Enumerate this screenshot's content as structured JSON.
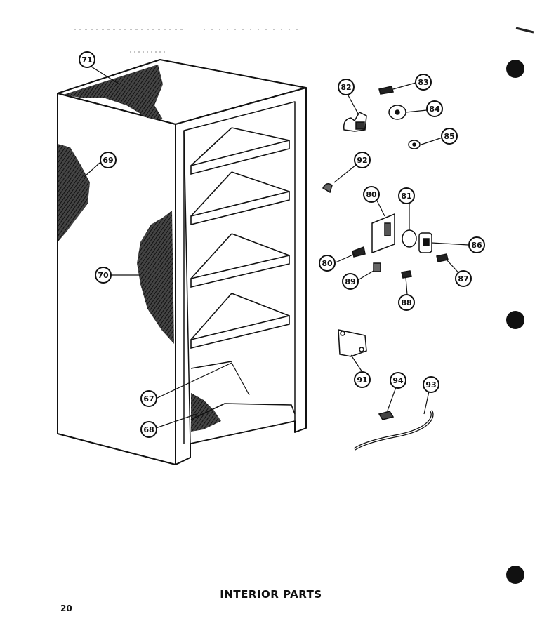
{
  "caption": "INTERIOR PARTS",
  "page_number": "20",
  "callouts": [
    {
      "key": "71",
      "label": "71"
    },
    {
      "key": "69",
      "label": "69"
    },
    {
      "key": "70",
      "label": "70"
    },
    {
      "key": "67",
      "label": "67"
    },
    {
      "key": "68",
      "label": "68"
    },
    {
      "key": "82",
      "label": "82"
    },
    {
      "key": "83",
      "label": "83"
    },
    {
      "key": "84",
      "label": "84"
    },
    {
      "key": "85",
      "label": "85"
    },
    {
      "key": "92",
      "label": "92"
    },
    {
      "key": "80a",
      "label": "80"
    },
    {
      "key": "81",
      "label": "81"
    },
    {
      "key": "86",
      "label": "86"
    },
    {
      "key": "80b",
      "label": "80"
    },
    {
      "key": "87",
      "label": "87"
    },
    {
      "key": "89",
      "label": "89"
    },
    {
      "key": "88",
      "label": "88"
    },
    {
      "key": "91",
      "label": "91"
    },
    {
      "key": "94",
      "label": "94"
    },
    {
      "key": "93",
      "label": "93"
    }
  ]
}
